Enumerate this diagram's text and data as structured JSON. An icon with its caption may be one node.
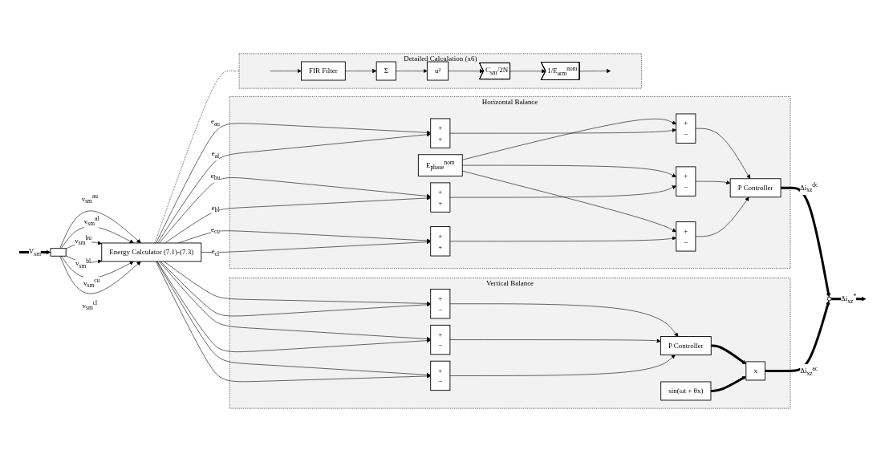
{
  "diagram": {
    "nodes": [
      {
        "text": [],
        "shape": "bar"
      },
      {
        "text": [
          "Energy Calculator (7.1)-(7.3)"
        ]
      },
      {
        "text": [
          "Horizontal Balance"
        ]
      },
      {
        "text": [
          "E$_{phase}$$^{nom}$"
        ],
        "in": 2
      },
      {
        "text": [
          "+",
          "+"
        ],
        "in": 2
      },
      {
        "text": [
          "+",
          "+"
        ],
        "in": 2
      },
      {
        "text": [
          "+",
          "+"
        ],
        "in": 2
      },
      {
        "text": [
          "+",
          "−"
        ],
        "in": 2
      },
      {
        "text": [
          "+",
          "−"
        ],
        "in": 2
      },
      {
        "text": [
          "+",
          "−"
        ],
        "in": 2
      },
      {
        "text": [
          "P Controller"
        ],
        "in": 2
      },
      {
        "text": [],
        "shape": "circle"
      },
      {
        "text": [
          "Vertical Balance"
        ]
      },
      {
        "text": [
          "+",
          "−"
        ],
        "in": 12
      },
      {
        "text": [
          "+",
          "−"
        ],
        "in": 12
      },
      {
        "text": [
          "+",
          "−"
        ],
        "in": 12
      },
      {
        "text": [
          "P Controller"
        ],
        "in": 12
      },
      {
        "text": [
          "x"
        ],
        "in": 12
      },
      {
        "text": [
          "sin(ωt + θx)"
        ],
        "in": 12
      },
      {
        "text": [
          "Detailed Calculation (x6)"
        ]
      },
      {
        "text": [
          "FIR Filter"
        ],
        "in": 19
      },
      {
        "text": [
          "Σ"
        ],
        "in": 19
      },
      {
        "text": [
          "u²"
        ],
        "in": 19
      },
      {
        "text": [
          "C$_{sm}$/2N"
        ],
        "in": 19
      },
      {
        "text": [
          "1/E$_{arm}$$^{nom}$"
        ],
        "in": 19
      }
    ],
    "edges": [
      {
        "from": null,
        "to": 0,
        "arrow": "to",
        "label": "V$_{sm}$",
        "style": "thick"
      },
      {
        "from": 0,
        "to": 1,
        "arrow": "to",
        "label": "v$_{sm}$$^{au}$"
      },
      {
        "from": 0,
        "to": 1,
        "arrow": "to",
        "label": "v$_{sm}$$^{al}$"
      },
      {
        "from": 0,
        "to": 1,
        "arrow": "to",
        "label": "v$_{sm}$$^{bu}$"
      },
      {
        "from": 0,
        "to": 1,
        "arrow": "to",
        "label": "v$_{sm}$$^{bl}$"
      },
      {
        "from": 0,
        "to": 1,
        "arrow": "to",
        "label": "v$_{sm}$$^{cu}$"
      },
      {
        "from": 0,
        "to": 1,
        "arrow": "to",
        "label": "v$_{sm}$$^{cl}$"
      },
      {
        "from": 1,
        "to": 19,
        "arrow": "none",
        "style": "dashed"
      },
      {
        "from": 1,
        "to": 4,
        "arrow": "to",
        "label": "e$_{au}$"
      },
      {
        "from": 1,
        "to": 4,
        "arrow": "to",
        "label": "e$_{al}$"
      },
      {
        "from": 1,
        "to": 5,
        "arrow": "to",
        "label": "e$_{bu}$"
      },
      {
        "from": 1,
        "to": 5,
        "arrow": "to",
        "label": "e$_{bl}$"
      },
      {
        "from": 1,
        "to": 6,
        "arrow": "to",
        "label": "e$_{cu}$"
      },
      {
        "from": 1,
        "to": 6,
        "arrow": "to",
        "label": "e$_{cl}$"
      },
      {
        "from": 1,
        "to": 13,
        "arrow": "to"
      },
      {
        "from": 1,
        "to": 13,
        "arrow": "to"
      },
      {
        "from": 1,
        "to": 14,
        "arrow": "to"
      },
      {
        "from": 1,
        "to": 14,
        "arrow": "to"
      },
      {
        "from": 1,
        "to": 15,
        "arrow": "to"
      },
      {
        "from": 1,
        "to": 15,
        "arrow": "to"
      },
      {
        "from": 3,
        "to": 7,
        "arrow": "to"
      },
      {
        "from": 3,
        "to": 8,
        "arrow": "to"
      },
      {
        "from": 3,
        "to": 9,
        "arrow": "to"
      },
      {
        "from": 4,
        "to": 7,
        "arrow": "to"
      },
      {
        "from": 5,
        "to": 8,
        "arrow": "to"
      },
      {
        "from": 6,
        "to": 9,
        "arrow": "to"
      },
      {
        "from": 7,
        "to": 10,
        "arrow": "to"
      },
      {
        "from": 8,
        "to": 10,
        "arrow": "to"
      },
      {
        "from": 9,
        "to": 10,
        "arrow": "to"
      },
      {
        "from": 10,
        "to": 11,
        "arrow": "to",
        "label": "Δi$_{xz}$$^{dc}$",
        "style": "thick"
      },
      {
        "from": 11,
        "to": null,
        "arrow": "to",
        "label": "Δi$_{xz}$$^{*}$",
        "style": "thick"
      },
      {
        "from": 13,
        "to": 16,
        "arrow": "to"
      },
      {
        "from": 14,
        "to": 16,
        "arrow": "to"
      },
      {
        "from": 15,
        "to": 16,
        "arrow": "to"
      },
      {
        "from": 16,
        "to": 17,
        "arrow": "to",
        "style": "thick"
      },
      {
        "from": 18,
        "to": 17,
        "arrow": "to",
        "style": "thick"
      },
      {
        "from": 17,
        "to": 11,
        "arrow": "to",
        "label": "Δi$_{xz}$$^{ac}$",
        "style": "thick"
      },
      {
        "from": null,
        "to": 20,
        "arrow": "to"
      },
      {
        "from": 20,
        "to": 21,
        "arrow": "to"
      },
      {
        "from": 21,
        "to": 22,
        "arrow": "to"
      },
      {
        "from": 22,
        "to": 23,
        "arrow": "to"
      },
      {
        "from": 23,
        "to": 24,
        "arrow": "to"
      },
      {
        "from": 24,
        "to": null,
        "arrow": "to"
      }
    ]
  }
}
